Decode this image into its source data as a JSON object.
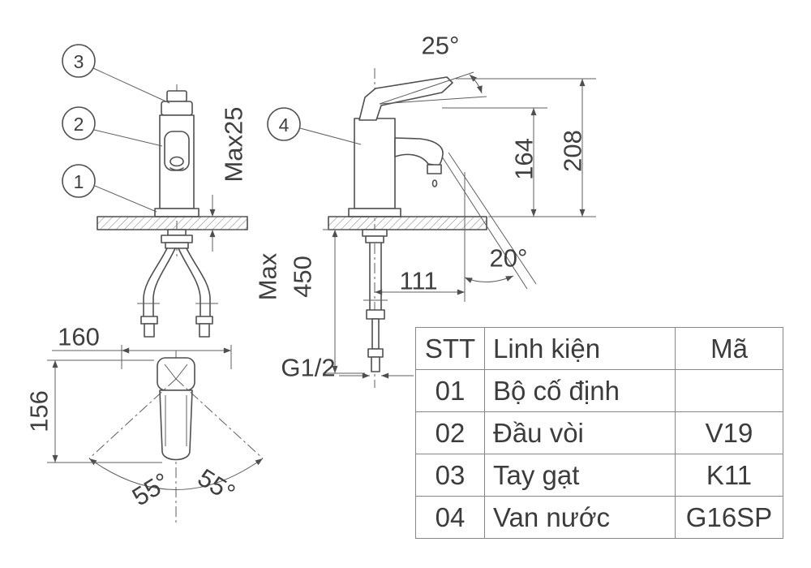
{
  "title": "Faucet technical drawing",
  "callouts": {
    "n1": "1",
    "n2": "2",
    "n3": "3",
    "n4": "4"
  },
  "front_view": {
    "max25": "Max25"
  },
  "side_view": {
    "angle_handle": "25°",
    "height_spout": "164",
    "height_total": "208",
    "angle_spout": "20°",
    "reach": "111",
    "hose_max_label": "Max",
    "hose_max_value": "450",
    "thread": "G1/2"
  },
  "top_view": {
    "width": "160",
    "depth": "156",
    "swing_left": "55°",
    "swing_right": "55°"
  },
  "table": {
    "headers": {
      "stt": "STT",
      "part": "Linh kiện",
      "code": "Mã"
    },
    "rows": [
      {
        "stt": "01",
        "part": "Bộ cố định",
        "code": ""
      },
      {
        "stt": "02",
        "part": "Đầu vòi",
        "code": "V19"
      },
      {
        "stt": "03",
        "part": "Tay gạt",
        "code": "K11"
      },
      {
        "stt": "04",
        "part": "Van nước",
        "code": "G16SP"
      }
    ]
  },
  "colors": {
    "line": "#4f4f4f",
    "text": "#3f3f3f",
    "background": "#ffffff"
  }
}
